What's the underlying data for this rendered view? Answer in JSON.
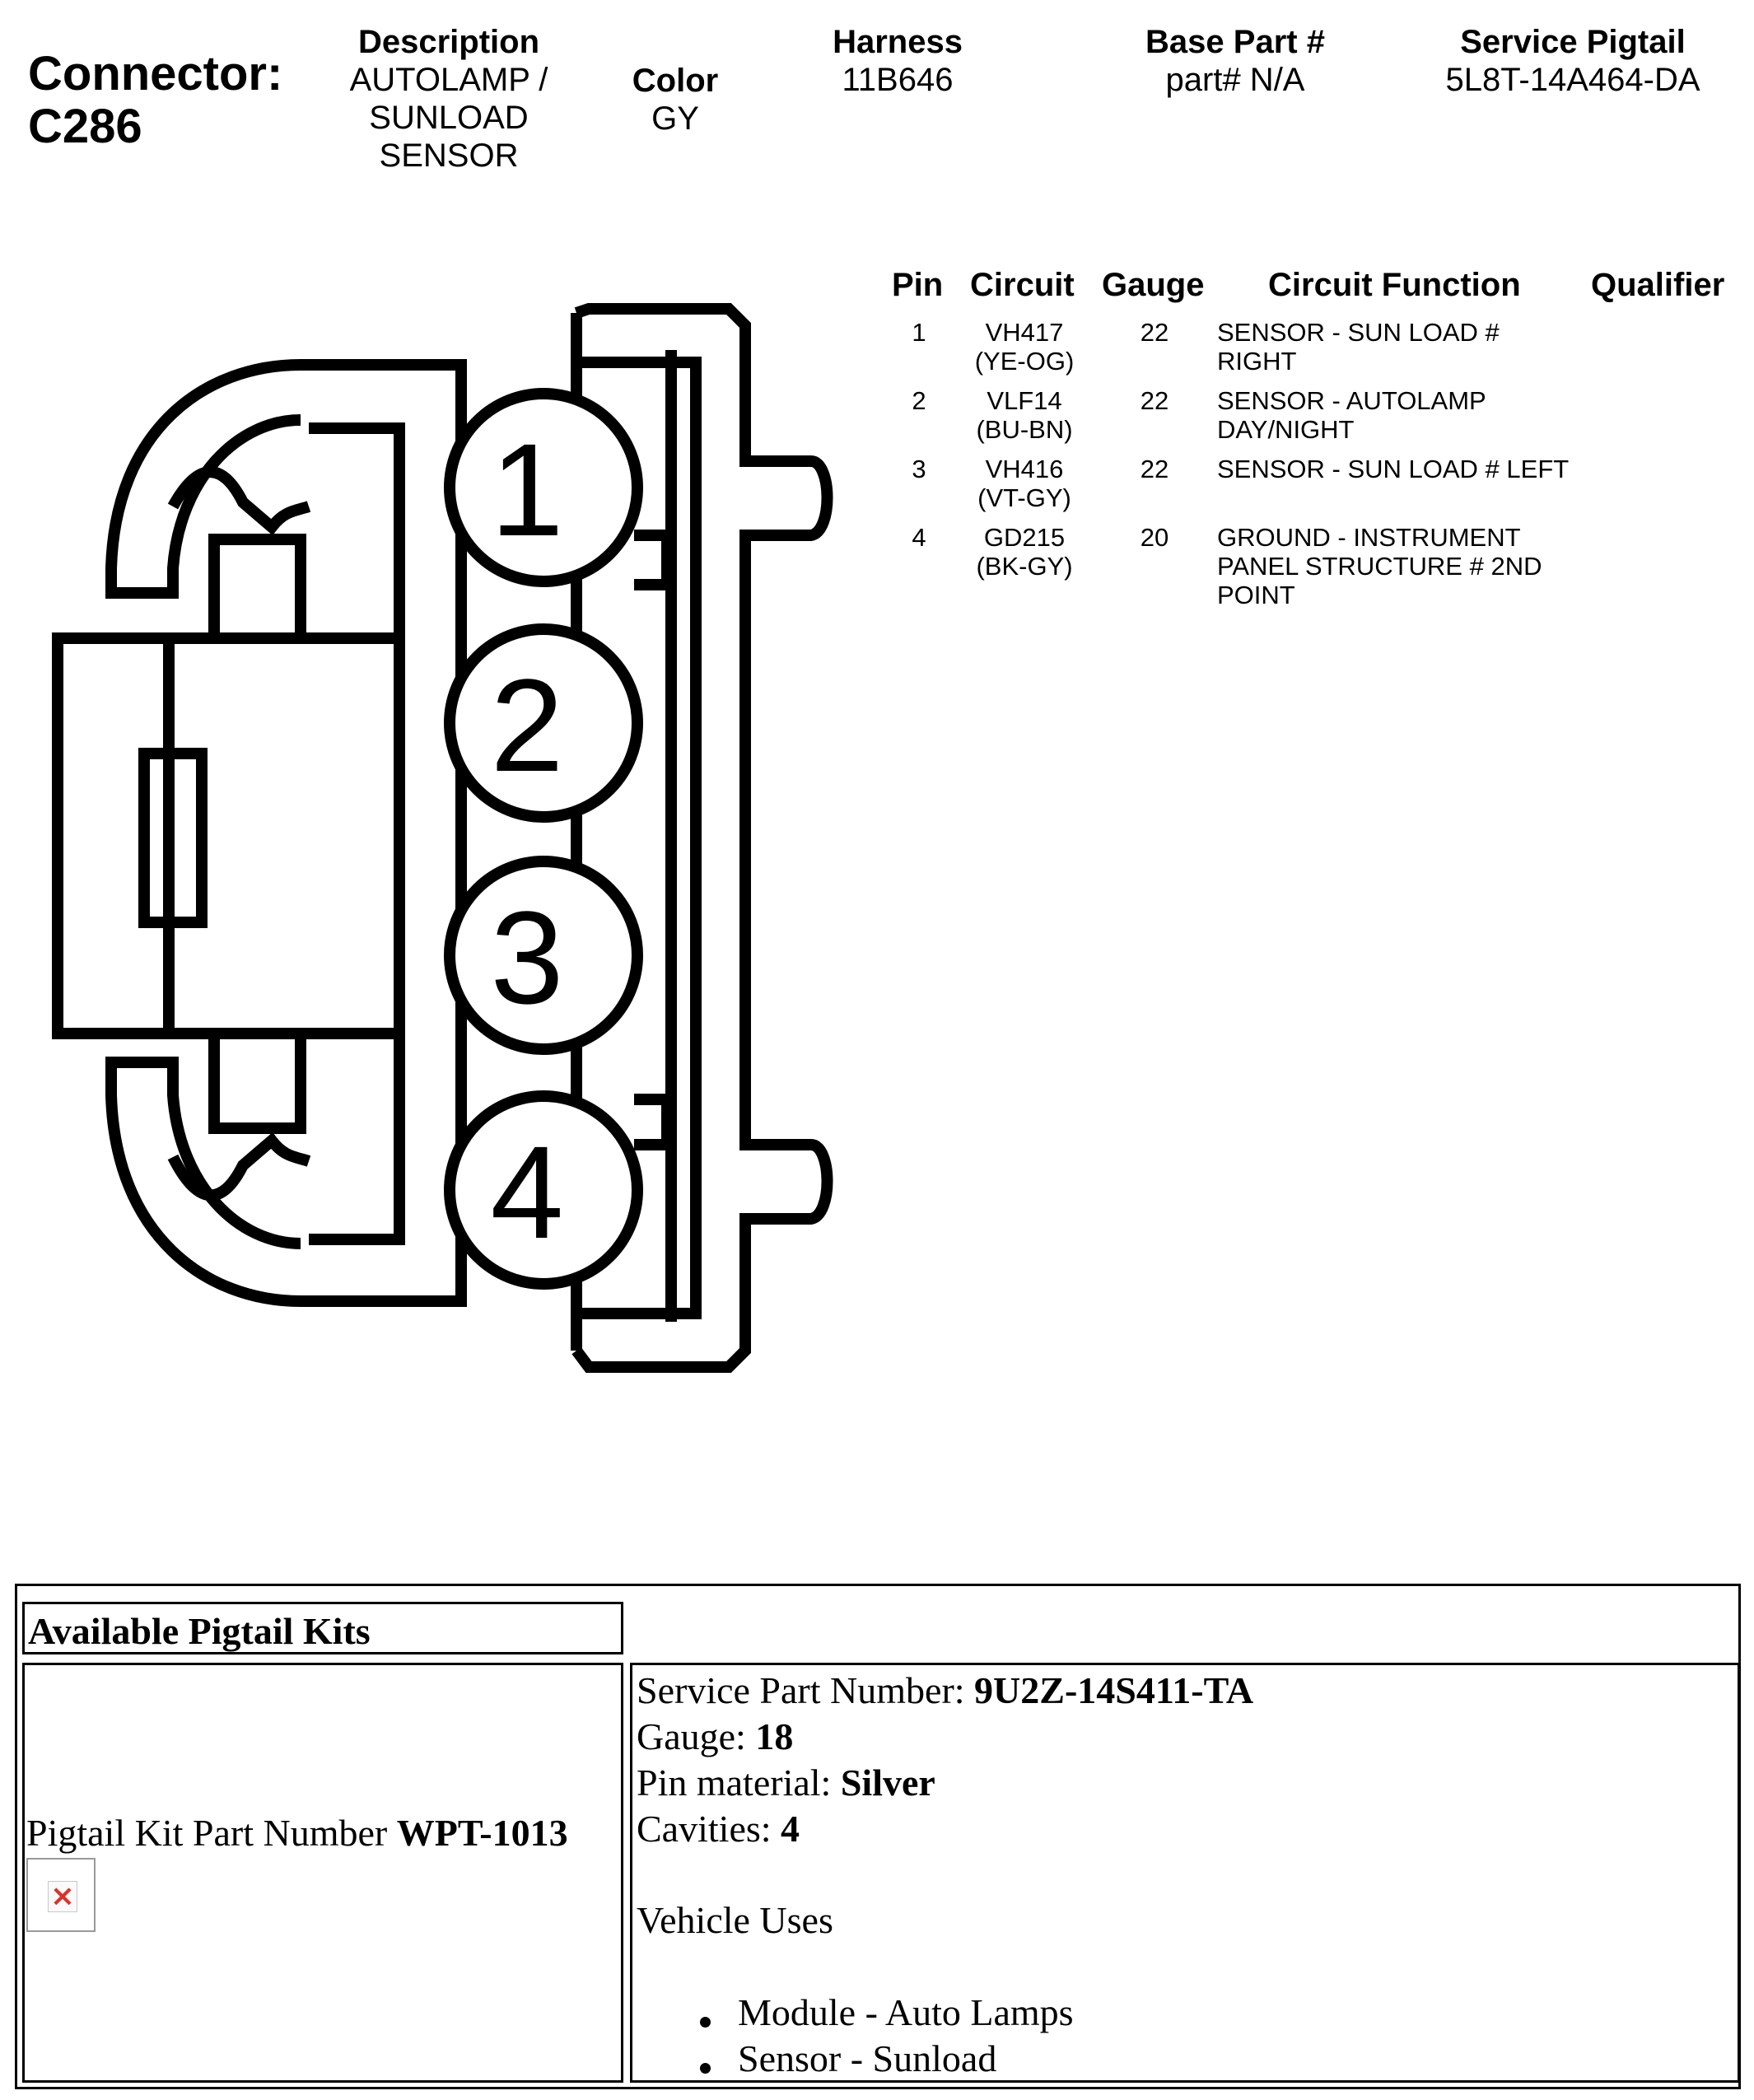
{
  "connector": {
    "label": "Connector:",
    "id": "C286"
  },
  "header": {
    "description": {
      "label": "Description",
      "lines": [
        "AUTOLAMP /",
        "SUNLOAD",
        "SENSOR"
      ]
    },
    "color": {
      "label": "Color",
      "value": "GY"
    },
    "harness": {
      "label": "Harness",
      "value": "11B646"
    },
    "base_part": {
      "label": "Base Part #",
      "value": "part# N/A"
    },
    "service_pigtail": {
      "label": "Service Pigtail",
      "value": "5L8T-14A464-DA"
    }
  },
  "pin_table": {
    "headers": {
      "pin": "Pin",
      "circuit": "Circuit",
      "gauge": "Gauge",
      "function": "Circuit Function",
      "qualifier": "Qualifier"
    },
    "rows": [
      {
        "pin": "1",
        "circuit": "VH417",
        "wire": "(YE-OG)",
        "gauge": "22",
        "function": [
          "SENSOR - SUN LOAD #",
          "RIGHT"
        ]
      },
      {
        "pin": "2",
        "circuit": "VLF14",
        "wire": "(BU-BN)",
        "gauge": "22",
        "function": [
          "SENSOR - AUTOLAMP",
          "DAY/NIGHT"
        ]
      },
      {
        "pin": "3",
        "circuit": "VH416",
        "wire": "(VT-GY)",
        "gauge": "22",
        "function": [
          "SENSOR - SUN LOAD # LEFT"
        ]
      },
      {
        "pin": "4",
        "circuit": "GD215",
        "wire": "(BK-GY)",
        "gauge": "20",
        "function": [
          "GROUND - INSTRUMENT",
          "PANEL STRUCTURE # 2ND",
          "POINT"
        ]
      }
    ]
  },
  "connector_diagram": {
    "cavity_labels": [
      "1",
      "2",
      "3",
      "4"
    ]
  },
  "pigtail_kits": {
    "heading": "Available Pigtail Kits",
    "kit_label": "Pigtail Kit Part Number",
    "kit_number": "WPT-1013",
    "image_icon": "broken-image-icon",
    "service_part_label": "Service Part Number: ",
    "service_part_value": "9U2Z-14S411-TA",
    "gauge_label": "Gauge: ",
    "gauge_value": "18",
    "pin_material_label": "Pin material: ",
    "pin_material_value": "Silver",
    "cavities_label": "Cavities: ",
    "cavities_value": "4",
    "vehicle_uses_label": "Vehicle Uses",
    "vehicle_uses": [
      "Module - Auto Lamps",
      "Sensor - Sunload"
    ]
  }
}
